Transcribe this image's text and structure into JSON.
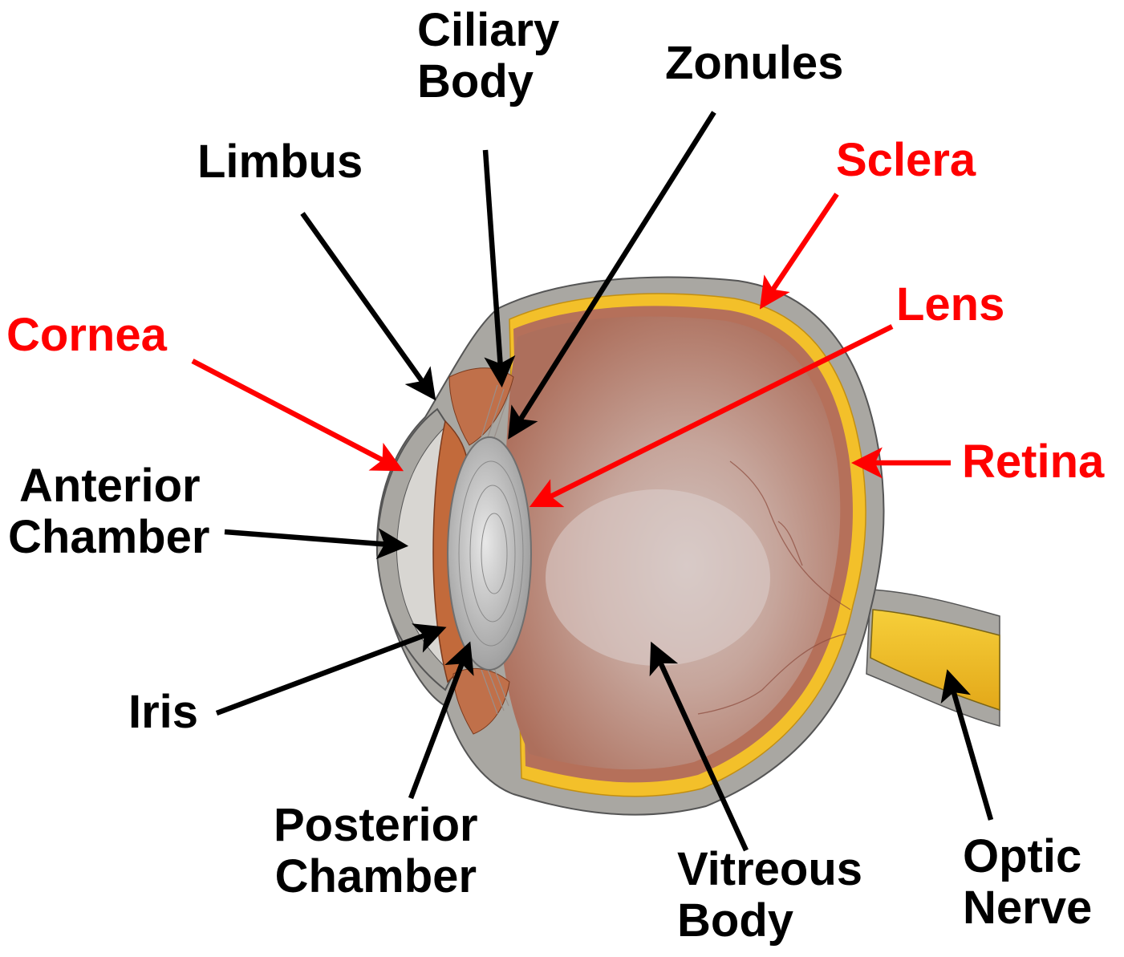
{
  "colors": {
    "black_label": "#000000",
    "red_label": "#ff0000",
    "sclera": "#a9a7a2",
    "choroid": "#b06a52",
    "retina_band": "#f3c02a",
    "vitreous": "#b98877",
    "vitreous_light": "#cdb7b0",
    "lens": "#c9c9c9",
    "iris": "#c26a3b"
  },
  "labels": {
    "ciliary_body": [
      "Ciliary",
      "Body"
    ],
    "zonules": [
      "Zonules"
    ],
    "limbus": [
      "Limbus"
    ],
    "sclera": [
      "Sclera"
    ],
    "lens": [
      "Lens"
    ],
    "cornea": [
      "Cornea"
    ],
    "retina": [
      "Retina"
    ],
    "anterior_chamber": [
      "Anterior",
      "Chamber"
    ],
    "iris": [
      "Iris"
    ],
    "posterior_chamber": [
      "Posterior",
      "Chamber"
    ],
    "vitreous_body": [
      "Vitreous",
      "Body"
    ],
    "optic_nerve": [
      "Optic",
      "Nerve"
    ]
  }
}
